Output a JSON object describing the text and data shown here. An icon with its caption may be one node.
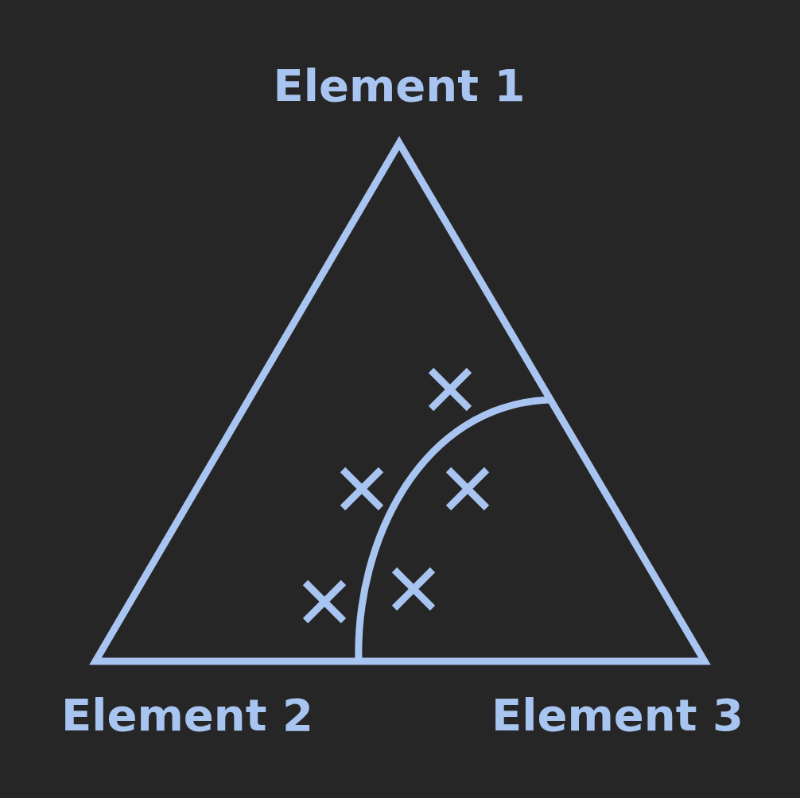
{
  "diagram": {
    "labels": [
      "Element 1",
      "Element 2",
      "Element 3"
    ]
  }
}
